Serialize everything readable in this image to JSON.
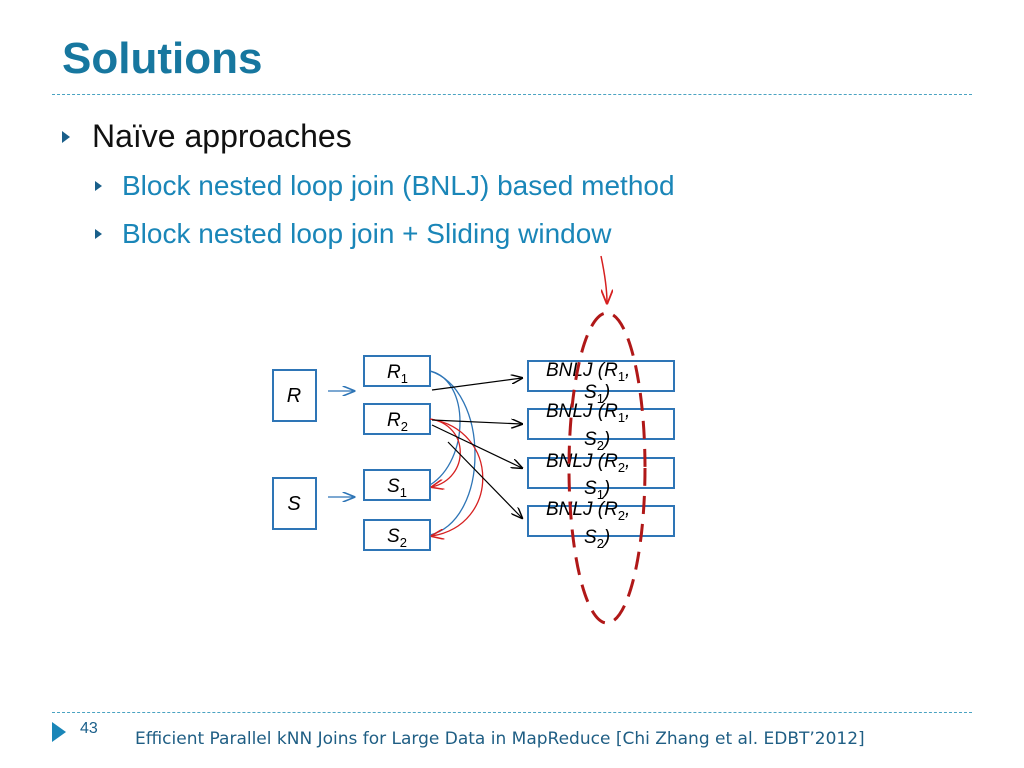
{
  "slide": {
    "title": "Solutions",
    "bullets": {
      "level1": "Naïve approaches",
      "level2": [
        "Block nested loop join (BNLJ) based method",
        "Block nested loop join + Sliding window"
      ]
    }
  },
  "diagram": {
    "inputs": [
      {
        "name": "R"
      },
      {
        "name": "S"
      }
    ],
    "partitions": [
      {
        "base": "R",
        "sub": "1"
      },
      {
        "base": "R",
        "sub": "2"
      },
      {
        "base": "S",
        "sub": "1"
      },
      {
        "base": "S",
        "sub": "2"
      }
    ],
    "joins": [
      {
        "prefix": "BNLJ (",
        "r": "R",
        "rsub": "1",
        "s": "S",
        "ssub": "1",
        "close": ")"
      },
      {
        "prefix": "BNLJ (",
        "r": "R",
        "rsub": "1",
        "s": "S",
        "ssub": "2",
        "close": ")"
      },
      {
        "prefix": "BNLJ (",
        "r": "R",
        "rsub": "2",
        "s": "S",
        "ssub": "1",
        "close": ")"
      },
      {
        "prefix": "BNLJ (",
        "r": "R",
        "rsub": "2",
        "s": "S",
        "ssub": "2",
        "close": ")"
      }
    ],
    "colors": {
      "blue": "#2e75b6",
      "red": "#d62020",
      "ellipse": "#b01818"
    }
  },
  "footer": {
    "page_number": "43",
    "citation": "Efficient Parallel kNN Joins for Large Data in MapReduce  [Chi Zhang et al.  EDBT’2012]"
  }
}
